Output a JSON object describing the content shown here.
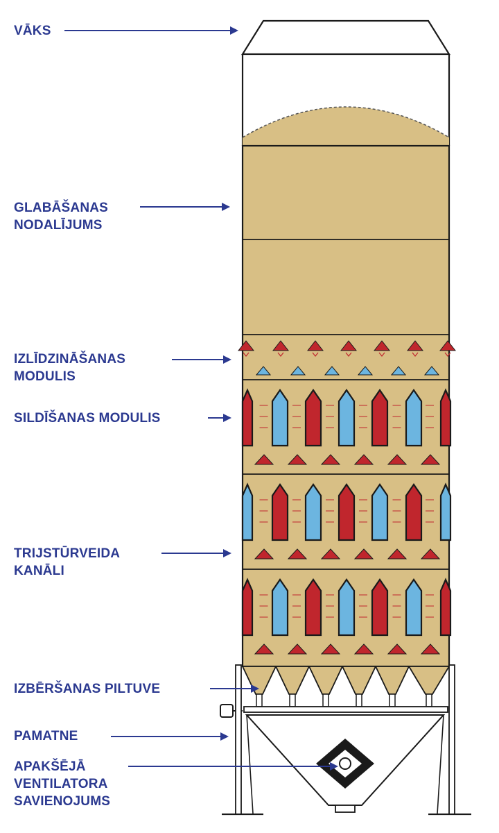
{
  "labels": {
    "vaks": [
      "VĀKS"
    ],
    "glabasanas": [
      "GLABĀŠANAS",
      "NODALĪJUMS"
    ],
    "izlidzinasanas": [
      "IZLĪDZINĀŠANAS",
      "MODULIS"
    ],
    "sildisanas": [
      "SILDĪŠANAS MODULIS"
    ],
    "trijsturveida": [
      "TRIJSTŪRVEIDA",
      "KANĀLI"
    ],
    "izbersanas": [
      "IZBĒRŠANAS PILTUVE"
    ],
    "pamatne": [
      "PAMATNE"
    ],
    "apaksejais": [
      "APAKŠĒJĀ",
      "VENTILATORA",
      "SAVIENOJUMS"
    ]
  },
  "colors": {
    "label_text": "#2b3990",
    "arrow": "#2b3990",
    "grain": "#d8bf85",
    "hot_channel": "#c0262d",
    "cold_channel": "#6cb5e0",
    "flow_arrow": "#c0262d",
    "outline": "#1a1a1a",
    "background": "#ffffff"
  }
}
